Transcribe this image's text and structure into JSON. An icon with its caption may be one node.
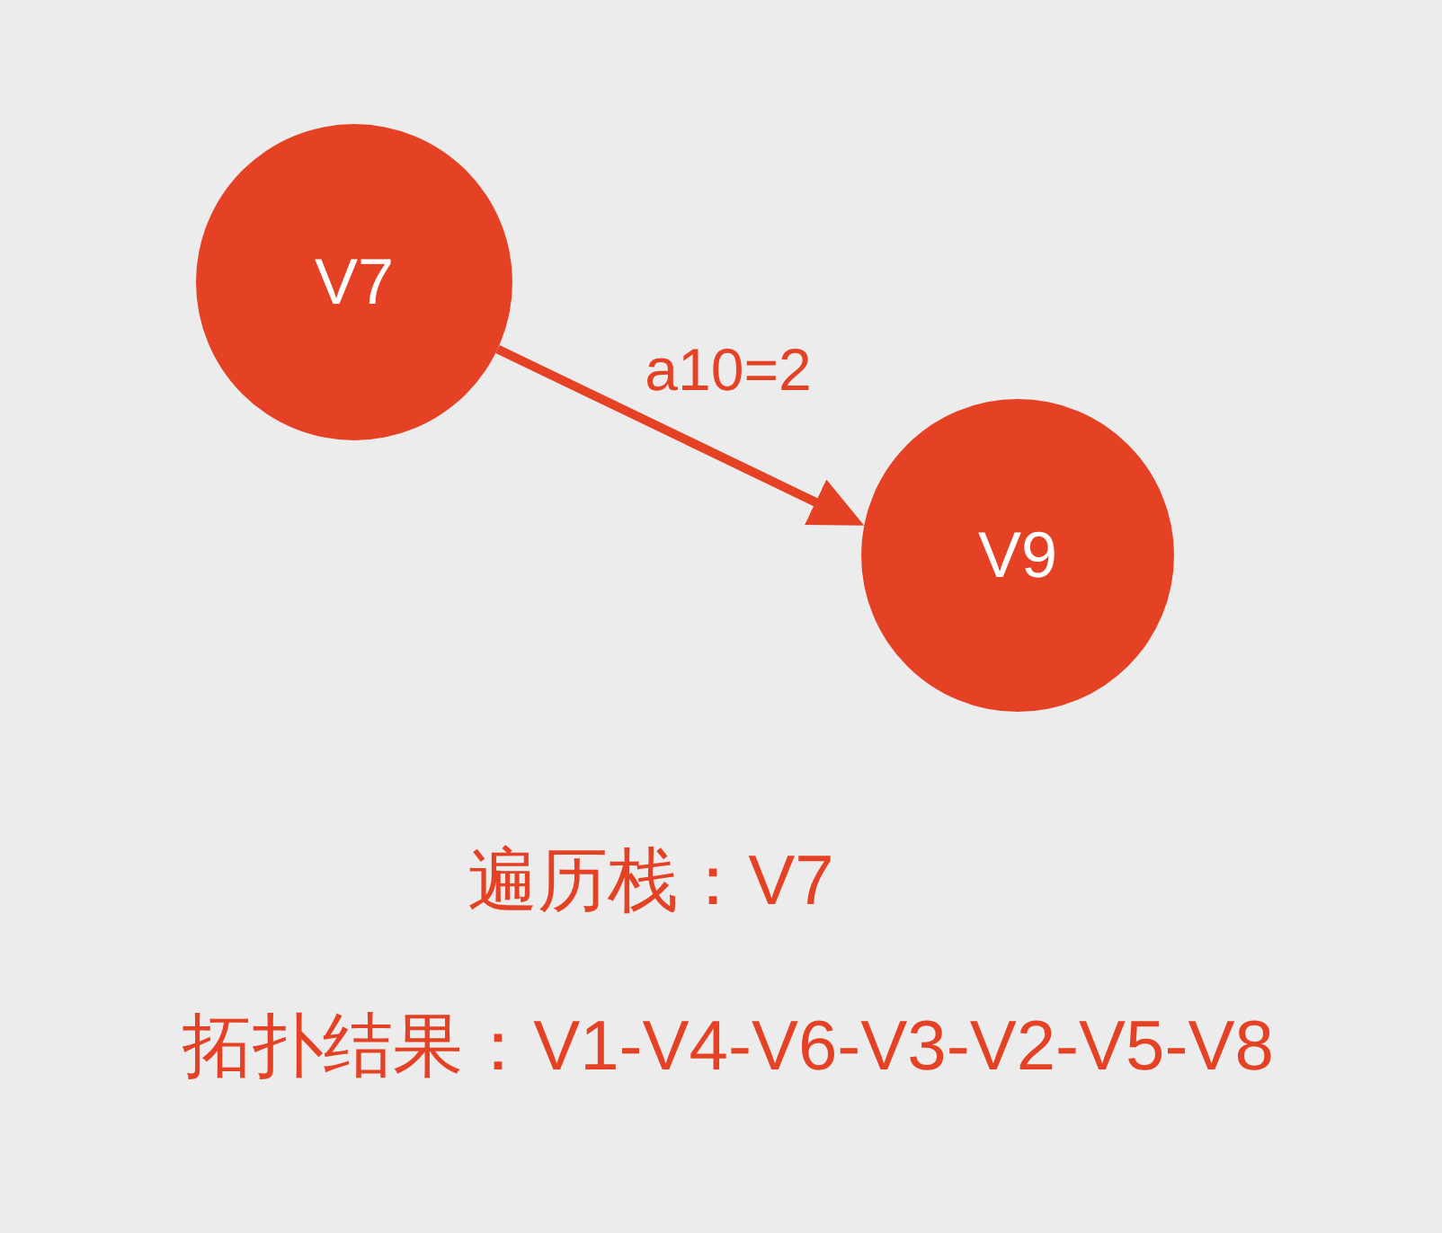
{
  "diagram": {
    "nodes": [
      {
        "text": [
          "V7"
        ]
      },
      {
        "text": [
          "V9"
        ]
      }
    ],
    "edges": [
      {
        "from": 0,
        "to": 1,
        "arrow": "to",
        "label": "a10=2"
      }
    ],
    "labels": [
      "遍历栈：V7",
      "拓扑结果：V1-V4-V6-V3-V2-V5-V8"
    ]
  }
}
